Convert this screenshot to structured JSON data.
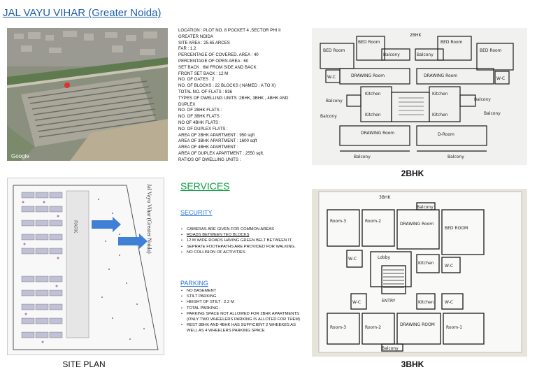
{
  "title": "JAL VAYU VIHAR (Greater Noida)",
  "aerial": {
    "watermark": "Google"
  },
  "site_plan": {
    "caption": "SITE PLAN",
    "vertical_text": "Jal Vayu Vihar (Greater Noida)",
    "park_letters": "PARK"
  },
  "details": [
    "LOCATION : PLOT NO. 8 POCKET 4 ,SECTOR PHI II",
    "GREATER NOIDA",
    "SITE AREA : 25.65 ARCES",
    "FAR : 1.2",
    "PERCENTAGE OF COVERED. AREA : 40",
    "PERCENTAGE OF OPEN AREA : 60",
    "SET BACK : 6M FROM SIDE AND BACK",
    "FRONT SET BACK : 12 M",
    "NO. OF GATES : 2",
    "NO. OF BLOCKS : 22 BLOCKS ( NAMED : A TO X)",
    "TOTAL NO. OF FLATS : 836",
    "TYPES OF DWELLING UNITS :2BHK, 3BHK , 4BHK AND",
    "DUPLEX",
    "NO. OF 2BHK FLATS :",
    "NO. OF 3BHK FLATS :",
    "NO OF 4BHK FLATS :",
    "NO. OF DUPLEX FLATS :",
    "AREA OF 2BHK APARTMENT : 950 sqft",
    "AREA OF 3BHK APARTMENT : 1600 sqft",
    "AREA OF 4BHK APARTMENT :",
    "AREA OF DUPLEX APARTMENT : 2550 sqft.",
    "RATIOS OF DWELLING UNITS :"
  ],
  "services": {
    "heading": "SERVICES",
    "security_heading": "SECURITY",
    "security_items": [
      "CAMERAS ARE GIVEN FOR COMMON AREAS",
      "ROADS BETWEEN TEO BLOCKS",
      "12 M WIDE ROADS HAVING GREEN BELT BETWEEN IT",
      "SEPRATE FOOTHPATHS ARE PROVIDED FOR WALKING.",
      "NO COLLISION OF ACTIVITIES"
    ],
    "parking_heading": "PARKING",
    "parking_items": [
      "NO BASEMENT",
      "STILT PARKING",
      "HEIGHT OF STILT : 2.2 M",
      "TOTAL PARKING :",
      "PARKING SPACE NOT ALLOWED FOR 2BHK APARTMENTS (ONLY TWO WHEELERS PARKING IS ALLOTED FOR THEM)",
      "REST 3BHK AND 4BHK HAS SUFFICIENT 2 WHEEKES AS WELL AS 4 WHEELERS PARKING SPACE"
    ]
  },
  "plan_2bhk": {
    "caption": "2BHK",
    "sketch_title": "2BHK",
    "labels": [
      "BED Room",
      "BED Room",
      "BED Room",
      "BED Room",
      "Balcony",
      "Balcony",
      "DRAWING Room",
      "DRAWING Room",
      "Kitchen",
      "Kitchen",
      "Kitchen",
      "Kitchen",
      "Balcony",
      "Balcony",
      "Balcony",
      "Balcony",
      "D-Room",
      "DRAWING Room",
      "Balcony",
      "Balcony",
      "W-C",
      "W-C"
    ]
  },
  "plan_3bhk": {
    "caption": "3BHK",
    "sketch_title": "3BHK",
    "labels": [
      "Room-3",
      "Room-2",
      "DRAWING Room",
      "BED ROOM",
      "W-C",
      "W-C",
      "Lobby",
      "Kitchen",
      "Kitchen",
      "W-C",
      "W-C",
      "ENTRY",
      "Room-3",
      "Room-2",
      "DRAWING ROOM",
      "Room-1",
      "Balcony",
      "Balcony"
    ]
  },
  "colors": {
    "title": "#1f5fae",
    "services": "#0aa040",
    "subheading": "#2e75d6"
  }
}
